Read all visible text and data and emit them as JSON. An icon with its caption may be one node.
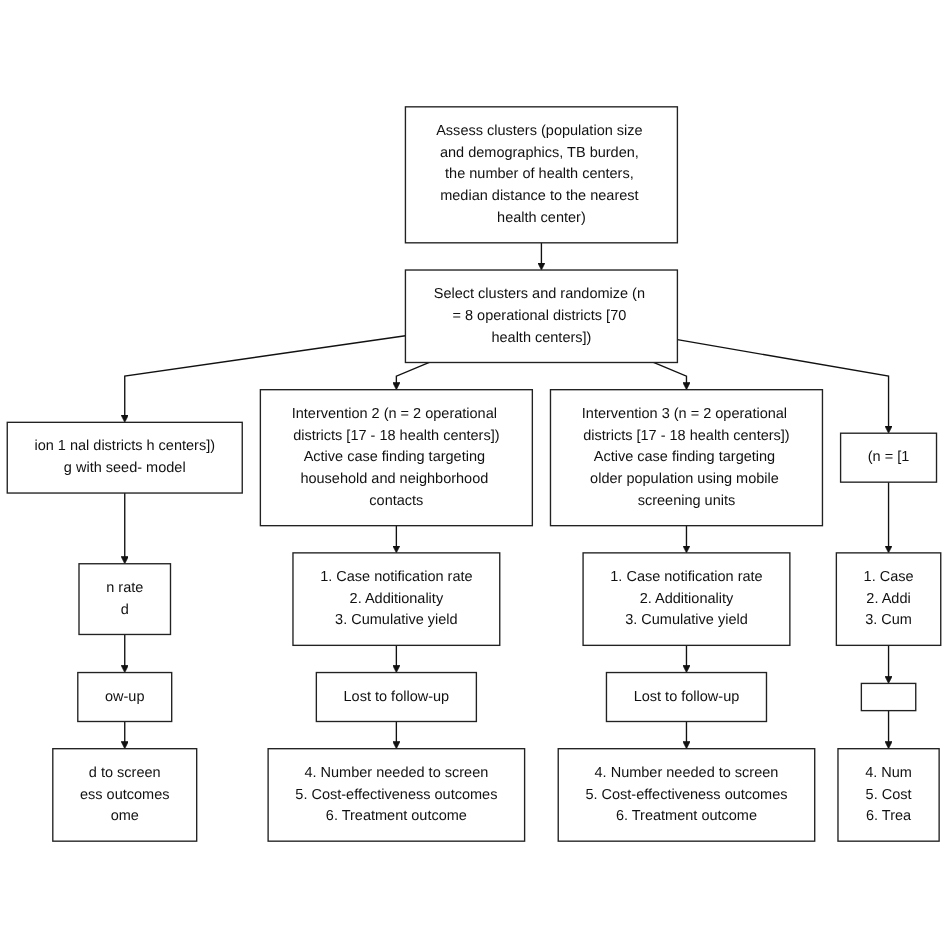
{
  "diagram": {
    "nodes": [
      {
        "text": [
          "Assess clusters (population size and demographics, TB burden, the number of health centers, median distance to the nearest health center)"
        ]
      },
      {
        "text": [
          "Select clusters and randomize (n = 8 operational districts [70 health centers])"
        ]
      },
      {
        "text": [
          "ion 1 nal districts h centers])",
          "g with seed- model"
        ]
      },
      {
        "text": [
          "Intervention 2 (n = 2 operational districts [17 - 18 health centers])",
          "Active case finding targeting household and neighborhood contacts"
        ]
      },
      {
        "text": [
          "Intervention 3 (n = 2 operational districts [17 - 18 health centers])",
          "Active case finding targeting older population using mobile screening units"
        ]
      },
      {
        "text": [
          "(n = [1"
        ]
      },
      {
        "text": [
          "n rate",
          "d"
        ]
      },
      {
        "text": [
          "1. Case notification rate",
          "2. Additionality",
          "3. Cumulative yield"
        ]
      },
      {
        "text": [
          "1. Case notification rate",
          "2. Additionality",
          "3. Cumulative yield"
        ]
      },
      {
        "text": [
          "1. Case",
          "2. Addi",
          "3. Cum"
        ]
      },
      {
        "text": [
          "ow-up"
        ]
      },
      {
        "text": [
          "Lost to follow-up"
        ]
      },
      {
        "text": [
          "Lost to follow-up"
        ]
      },
      {
        "text": [],
        "shape": "box"
      },
      {
        "text": [
          "d to screen",
          "ess outcomes",
          "ome"
        ]
      },
      {
        "text": [
          "4. Number needed to screen",
          "5. Cost-effectiveness outcomes",
          "6. Treatment outcome"
        ]
      },
      {
        "text": [
          "4. Number needed to screen",
          "5. Cost-effectiveness outcomes",
          "6. Treatment outcome"
        ]
      },
      {
        "text": [
          "4. Num",
          "5. Cost",
          "6. Trea"
        ]
      }
    ],
    "edges": [
      {
        "from": 0,
        "to": 1,
        "arrow": "to"
      },
      {
        "from": 1,
        "to": 2,
        "arrow": "to"
      },
      {
        "from": 1,
        "to": 3,
        "arrow": "to"
      },
      {
        "from": 1,
        "to": 4,
        "arrow": "to"
      },
      {
        "from": 1,
        "to": 5,
        "arrow": "to"
      },
      {
        "from": 2,
        "to": 6,
        "arrow": "to"
      },
      {
        "from": 3,
        "to": 7,
        "arrow": "to"
      },
      {
        "from": 4,
        "to": 8,
        "arrow": "to"
      },
      {
        "from": 5,
        "to": 9,
        "arrow": "to"
      },
      {
        "from": 6,
        "to": 10,
        "arrow": "to"
      },
      {
        "from": 7,
        "to": 11,
        "arrow": "to"
      },
      {
        "from": 8,
        "to": 12,
        "arrow": "to"
      },
      {
        "from": 9,
        "to": 13,
        "arrow": "to"
      },
      {
        "from": 10,
        "to": 14,
        "arrow": "to"
      },
      {
        "from": 11,
        "to": 15,
        "arrow": "to"
      },
      {
        "from": 12,
        "to": 16,
        "arrow": "to"
      },
      {
        "from": 13,
        "to": 17,
        "arrow": "to"
      }
    ]
  }
}
